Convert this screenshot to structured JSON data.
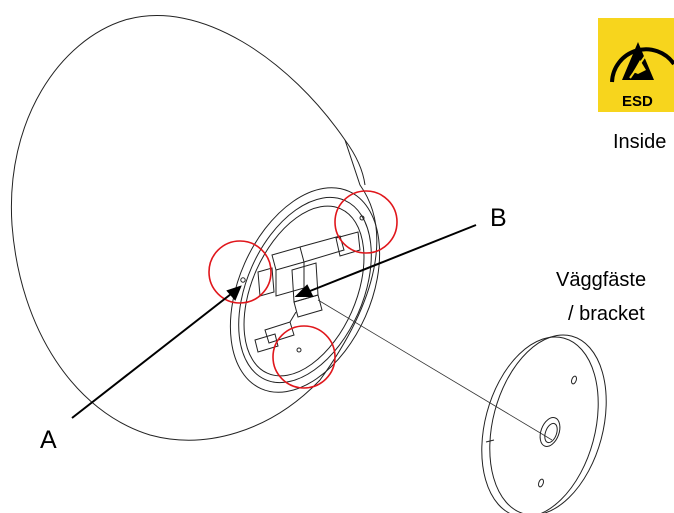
{
  "labels": {
    "a": "A",
    "b": "B",
    "bracket_line1": "Väggfäste",
    "bracket_line2": "/ bracket",
    "inside": "Inside"
  },
  "esd_sign": {
    "text": "ESD",
    "icon": "esd-warning-icon",
    "background": "#f7d51d"
  },
  "highlight_color": "#e0161b"
}
